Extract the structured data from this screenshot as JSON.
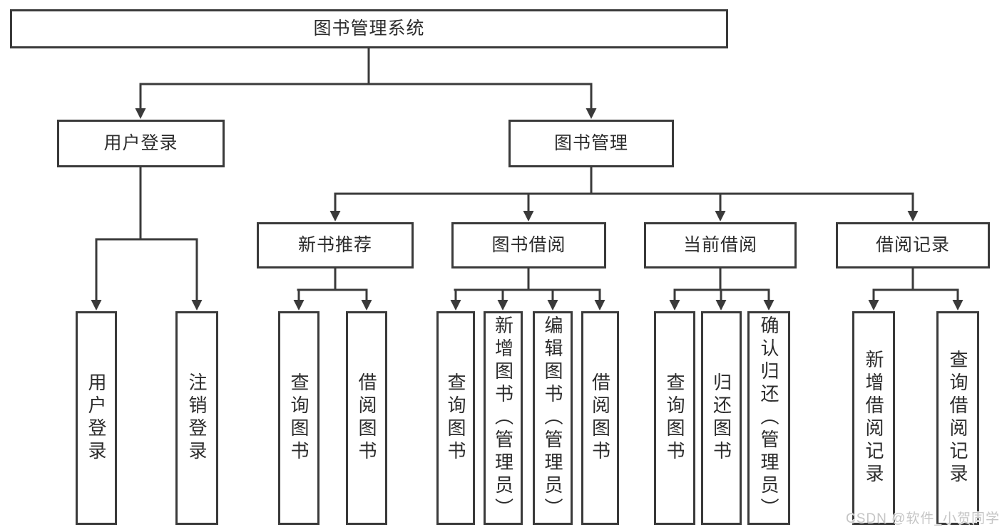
{
  "diagram": {
    "title": "图书管理系统",
    "nodes": {
      "root": "图书管理系统",
      "l2": {
        "user_login": "用户登录",
        "book_mgmt": "图书管理"
      },
      "l3": {
        "new_rec": "新书推荐",
        "borrow": "图书借阅",
        "current": "当前借阅",
        "records": "借阅记录"
      },
      "l4": {
        "login": "用户登录",
        "logout": "注销登录",
        "rec_query": "查询图书",
        "rec_borrow": "借阅图书",
        "bor_query": "查询图书",
        "bor_add": "新增图书（管理员）",
        "bor_edit": "编辑图书（管理员）",
        "bor_borrow": "借阅图书",
        "cur_query": "查询图书",
        "cur_return": "归还图书",
        "cur_confirm": "确认归还（管理员）",
        "rcd_add": "新增借阅记录",
        "rcd_query": "查询借阅记录"
      }
    },
    "colors": {
      "line": "#3a3a3a",
      "text": "#2c2c2c",
      "background": "#ffffff",
      "watermark": "#c5c5c5"
    }
  },
  "watermark": "CSDN @软件_小贺同学"
}
